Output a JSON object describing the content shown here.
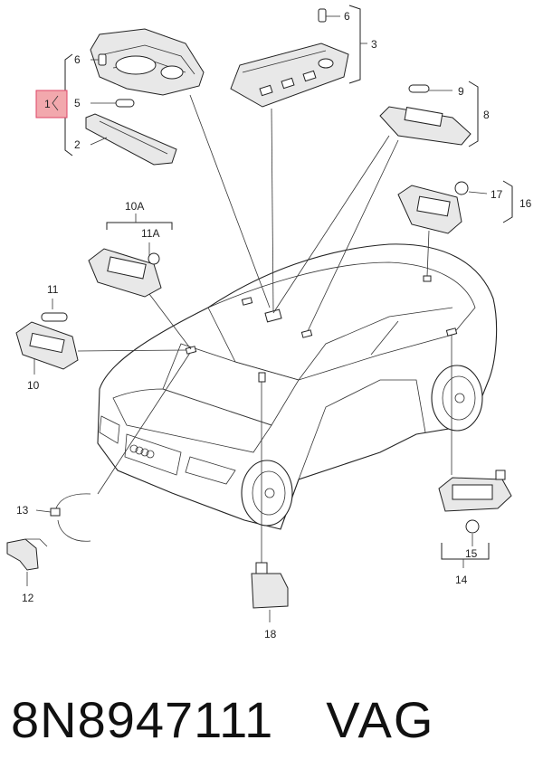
{
  "callouts": {
    "c1": "1",
    "c2": "2",
    "c3": "3",
    "c5": "5",
    "c6a": "6",
    "c6b": "6",
    "c8": "8",
    "c9": "9",
    "c10": "10",
    "c10A": "10A",
    "c11": "11",
    "c11A": "11A",
    "c12": "12",
    "c13": "13",
    "c14": "14",
    "c15": "15",
    "c16": "16",
    "c17": "17",
    "c18": "18"
  },
  "caption": {
    "part_number": "8N8947111",
    "maker": "VAG"
  },
  "colors": {
    "highlight_box": "#f2a8ad",
    "line": "#222222"
  }
}
